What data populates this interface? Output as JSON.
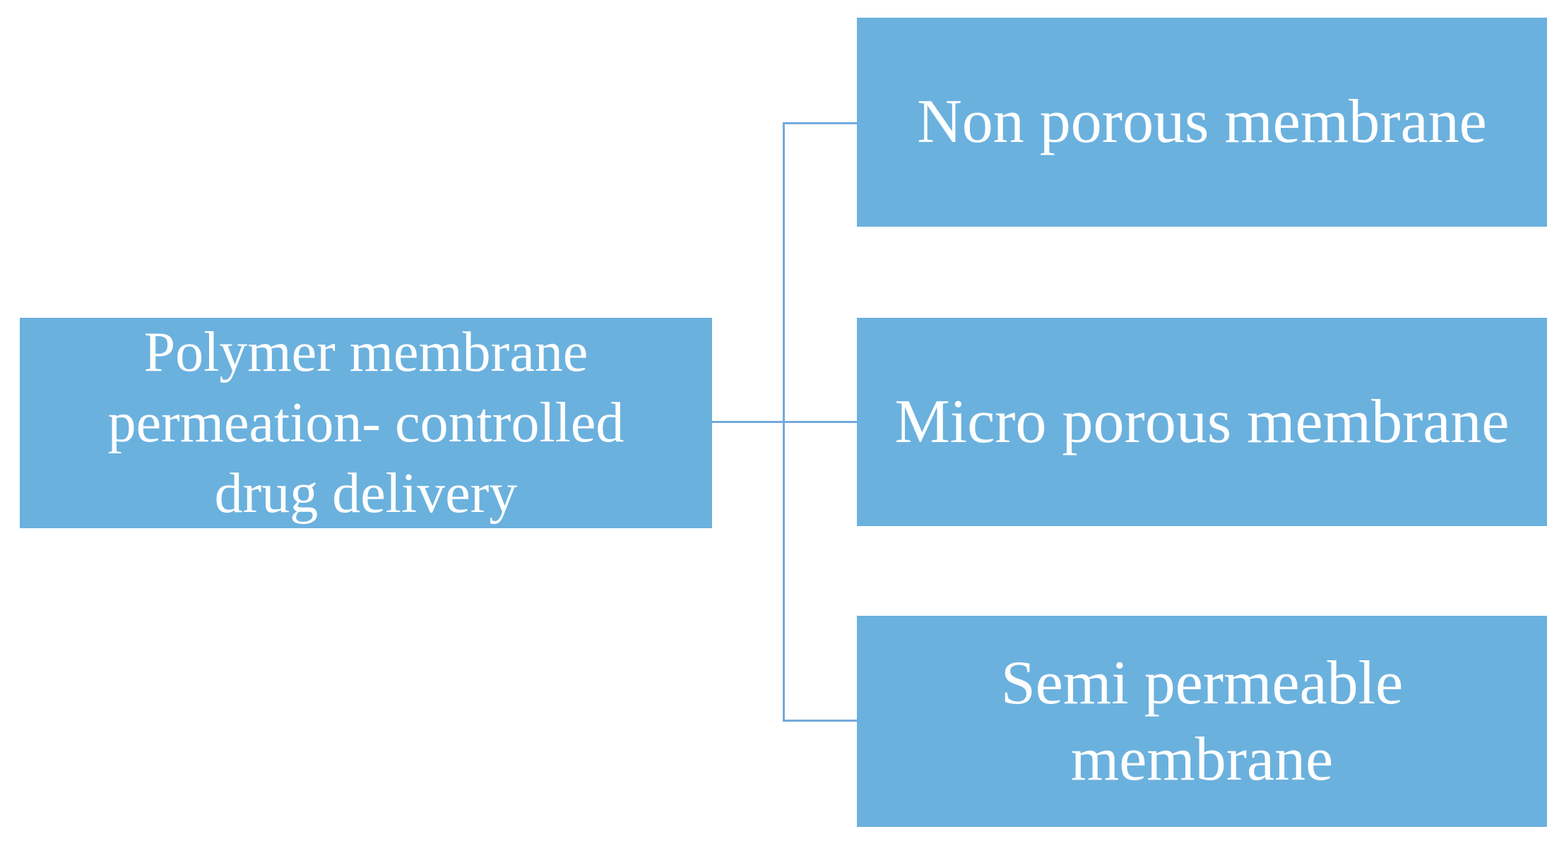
{
  "diagram": {
    "root": {
      "label": "Polymer membrane\npermeation- controlled\ndrug delivery"
    },
    "children": [
      {
        "label": "Non porous membrane"
      },
      {
        "label": "Micro porous membrane"
      },
      {
        "label": "Semi permeable\nmembrane"
      }
    ],
    "colors": {
      "box_fill": "#6BB1DE",
      "connector": "#74A9DC",
      "text": "#FFFFFF",
      "background": "#FFFFFF"
    }
  }
}
